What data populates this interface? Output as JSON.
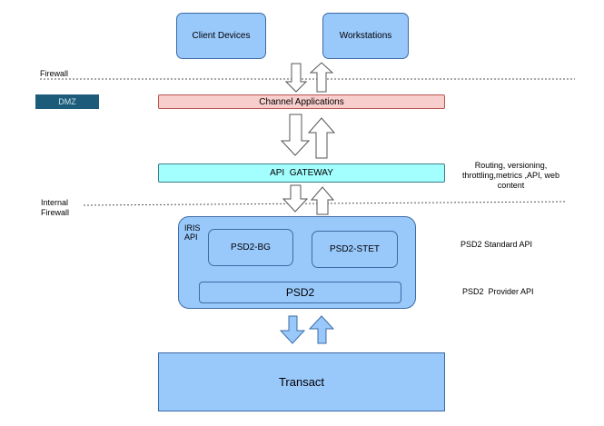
{
  "nodes": {
    "client_devices": "Client Devices",
    "workstations": "Workstations",
    "dmz": "DMZ",
    "channel_applications": "Channel Applications",
    "api_gateway": "API  GATEWAY",
    "iris_api": "IRIS\nAPI",
    "psd2_bg": "PSD2-BG",
    "psd2_stet": "PSD2-STET",
    "psd2": "PSD2",
    "transact": "Transact"
  },
  "labels": {
    "firewall": "Firewall",
    "internal_firewall": "Internal\nFirewall",
    "gateway_note": "Routing, versioning, throttling,metrics ,API, web content",
    "psd2_standard_api": "PSD2 Standard API",
    "psd2_provider_api": "PSD2  Provider API"
  },
  "colors": {
    "blue_fill": "#99c8fb",
    "blue_stroke": "#3d6ba5",
    "channel_fill": "#f8cecc",
    "gateway_fill": "#a3fffe",
    "dmz_fill": "#1c5c7a"
  }
}
